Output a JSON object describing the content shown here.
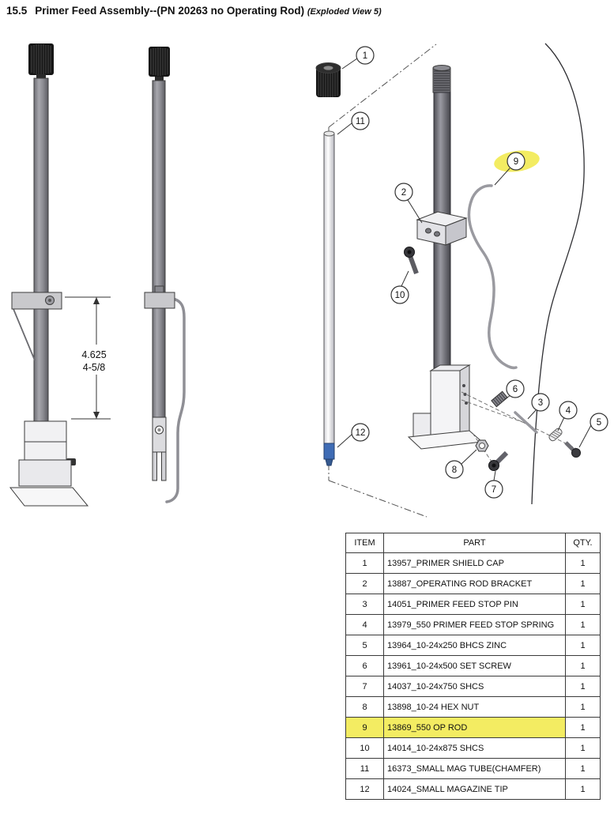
{
  "page": {
    "section": "15.5",
    "title": "Primer Feed Assembly--(PN 20263 no Operating Rod)",
    "suffix": "(Exploded View 5)"
  },
  "diagram": {
    "dimension_decimal": "4.625",
    "dimension_fraction": "4-5/8",
    "highlight_color": "#f3ec62",
    "highlighted_callout": "9",
    "callouts": [
      "1",
      "2",
      "3",
      "4",
      "5",
      "6",
      "7",
      "8",
      "9",
      "10",
      "11",
      "12"
    ]
  },
  "parts_table": {
    "headers": {
      "item": "ITEM",
      "part": "PART",
      "qty": "QTY."
    },
    "rows": [
      {
        "item": "1",
        "part": "13957_PRIMER SHIELD CAP",
        "qty": "1"
      },
      {
        "item": "2",
        "part": "13887_OPERATING ROD BRACKET",
        "qty": "1"
      },
      {
        "item": "3",
        "part": "14051_PRIMER FEED STOP PIN",
        "qty": "1"
      },
      {
        "item": "4",
        "part": "13979_550 PRIMER FEED STOP SPRING",
        "qty": "1"
      },
      {
        "item": "5",
        "part": "13964_10-24x250 BHCS ZINC",
        "qty": "1"
      },
      {
        "item": "6",
        "part": "13961_10-24x500 SET SCREW",
        "qty": "1"
      },
      {
        "item": "7",
        "part": "14037_10-24x750 SHCS",
        "qty": "1"
      },
      {
        "item": "8",
        "part": "13898_10-24 HEX NUT",
        "qty": "1"
      },
      {
        "item": "9",
        "part": "13869_550 OP ROD",
        "qty": "1",
        "highlighted": true
      },
      {
        "item": "10",
        "part": "14014_10-24x875 SHCS",
        "qty": "1"
      },
      {
        "item": "11",
        "part": "16373_SMALL MAG TUBE(CHAMFER)",
        "qty": "1"
      },
      {
        "item": "12",
        "part": "14024_SMALL MAGAZINE TIP",
        "qty": "1"
      }
    ]
  }
}
